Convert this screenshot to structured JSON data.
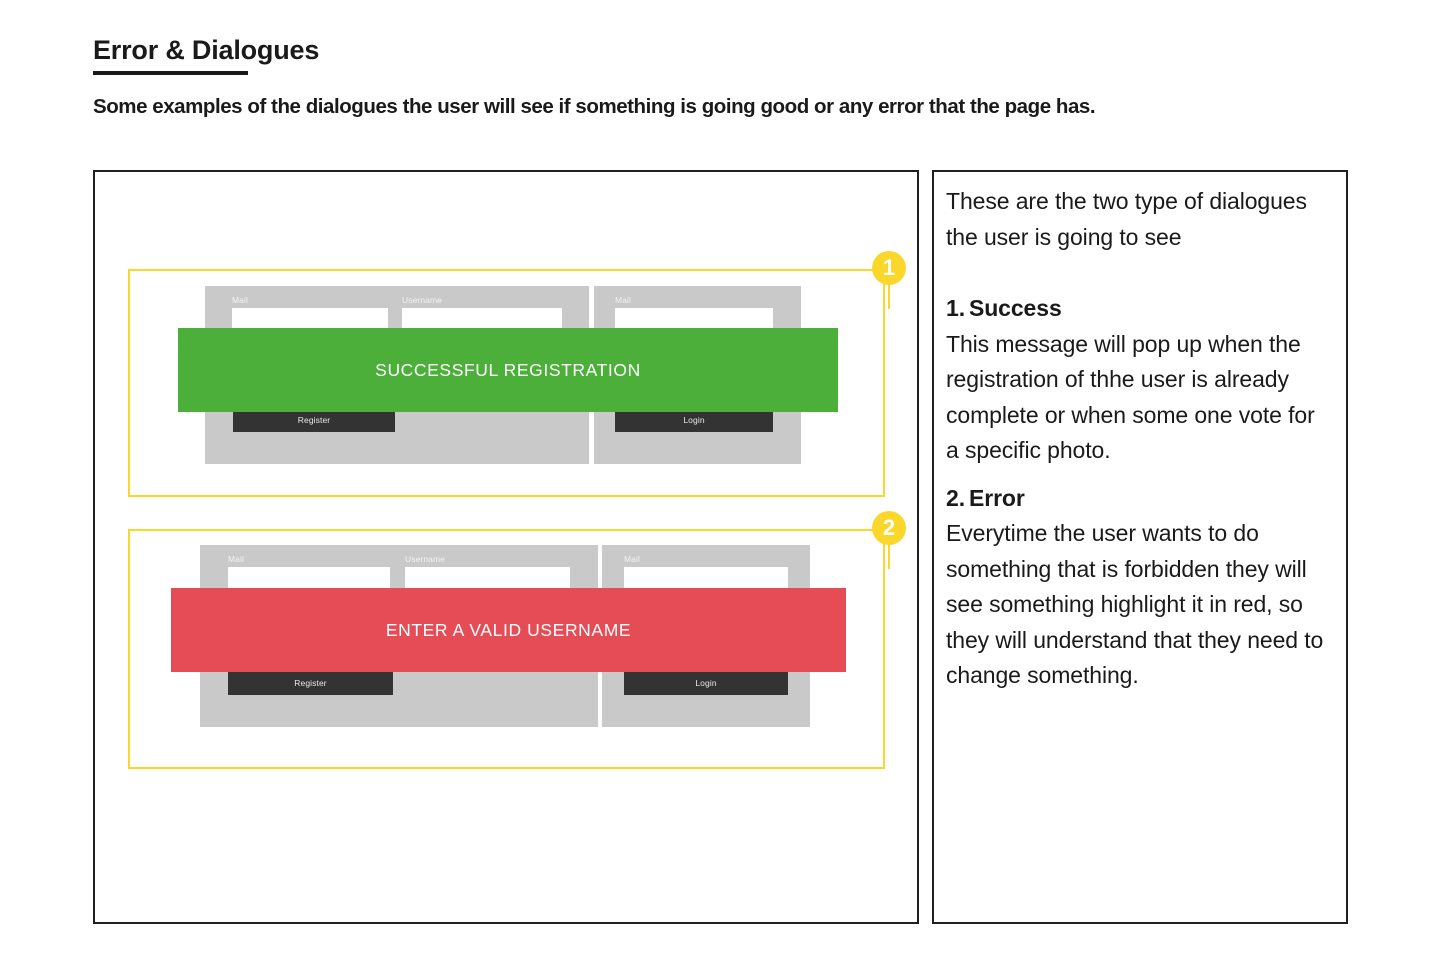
{
  "header": {
    "title": "Error & Dialogues",
    "subtitle": "Some examples of the dialogues the user will see if something is going good or any error that the page has."
  },
  "colors": {
    "success": "#4CAF3A",
    "error": "#E54C55",
    "callout": "#FBD72B",
    "panel_gray": "#c9c9c9",
    "button_dark": "#333333",
    "border": "#231f20"
  },
  "annotations": {
    "badge_one": "1",
    "badge_two": "2"
  },
  "mockups": [
    {
      "id": "success-mockup",
      "badge": "1",
      "banner_text": "SUCCESSFUL REGISTRATION",
      "banner_type": "success",
      "register_panel": {
        "fields": [
          {
            "label": "Mail",
            "value": ""
          },
          {
            "label": "Username",
            "value": ""
          }
        ],
        "button": "Register"
      },
      "login_panel": {
        "fields": [
          {
            "label": "Mail",
            "value": ""
          }
        ],
        "button": "Login"
      }
    },
    {
      "id": "error-mockup",
      "badge": "2",
      "banner_text": "ENTER A VALID USERNAME",
      "banner_type": "error",
      "register_panel": {
        "fields": [
          {
            "label": "Mail",
            "value": ""
          },
          {
            "label": "Username",
            "value": ""
          }
        ],
        "button": "Register"
      },
      "login_panel": {
        "fields": [
          {
            "label": "Mail",
            "value": ""
          }
        ],
        "button": "Login"
      }
    }
  ],
  "notes": {
    "intro": "These are the two type of dialogues the user is going to see",
    "items": [
      {
        "number": "1.",
        "heading": "Success",
        "body": "This message will pop up when the registration of thhe user is already complete or when some one vote for a specific photo."
      },
      {
        "number": "2.",
        "heading": "Error",
        "body": "Everytime the user wants to do something that is forbidden they will see something highlight it in red, so they will understand that they need to change something."
      }
    ]
  }
}
